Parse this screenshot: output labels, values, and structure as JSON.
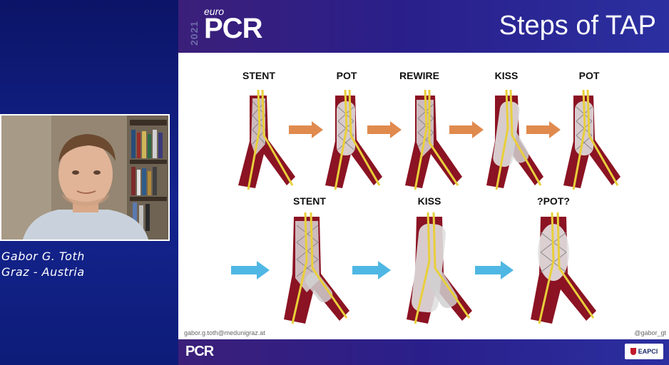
{
  "speaker": {
    "name": "Gabor G. Toth",
    "location": "Graz - Austria"
  },
  "header": {
    "logo_year": "2021",
    "logo_euro": "euro",
    "logo_pcr": "PCR",
    "title": "Steps of TAP"
  },
  "row1_labels": [
    "STENT",
    "POT",
    "REWIRE",
    "KISS",
    "POT"
  ],
  "row2_labels": [
    "STENT",
    "KISS",
    "?POT?"
  ],
  "footer": {
    "email": "gabor.g.toth@medunigraz.at",
    "handle": "@gabor_gt",
    "pcr": "PCR",
    "badge": "EAPCI"
  },
  "colors": {
    "arrow_row1": "#e08a4e",
    "arrow_row2": "#4fb7e3",
    "vessel": "#8b1323",
    "wire": "#e8cf3a",
    "header": "#2a1f8a"
  }
}
